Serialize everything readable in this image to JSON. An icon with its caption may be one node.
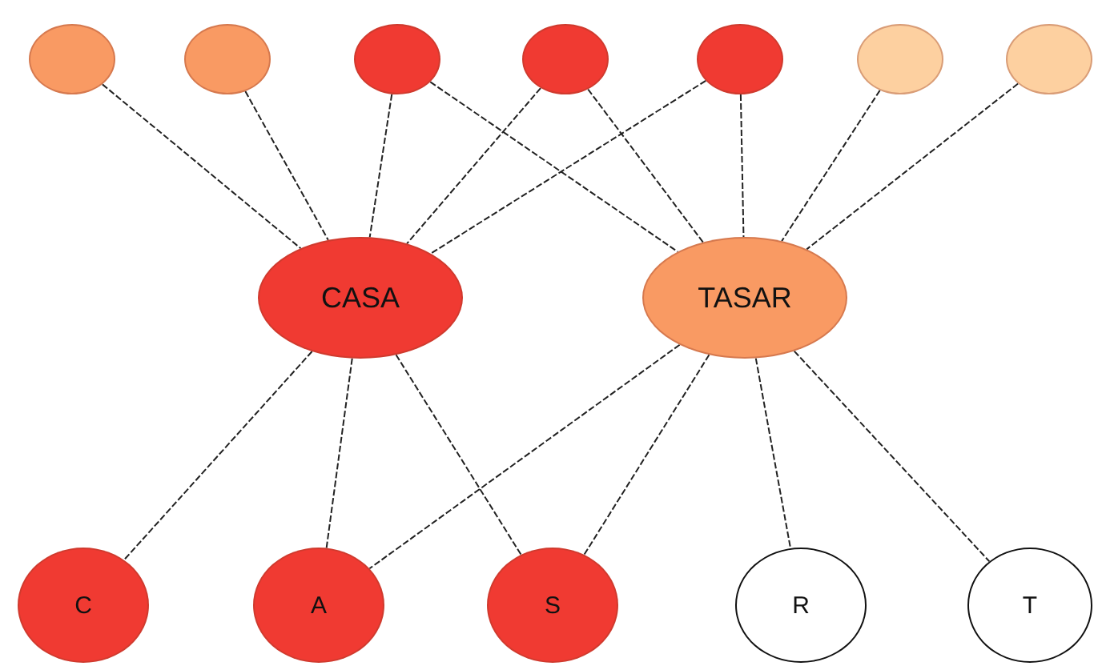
{
  "diagram": {
    "nodes": [
      {
        "text": [],
        "shape": "circle"
      },
      {
        "text": [],
        "shape": "circle"
      },
      {
        "text": [],
        "shape": "circle"
      },
      {
        "text": [],
        "shape": "circle"
      },
      {
        "text": [],
        "shape": "circle"
      },
      {
        "text": [],
        "shape": "circle"
      },
      {
        "text": [],
        "shape": "circle"
      },
      {
        "text": [
          "CASA"
        ]
      },
      {
        "text": [
          "TASAR"
        ]
      },
      {
        "text": [
          "C"
        ]
      },
      {
        "text": [
          "A"
        ]
      },
      {
        "text": [
          "S"
        ]
      },
      {
        "text": [
          "R"
        ]
      },
      {
        "text": [
          "T"
        ]
      }
    ],
    "edges": [
      {
        "from": 0,
        "to": 7,
        "arrow": "none"
      },
      {
        "from": 1,
        "to": 7,
        "arrow": "none"
      },
      {
        "from": 2,
        "to": 7,
        "arrow": "none"
      },
      {
        "from": 2,
        "to": 8,
        "arrow": "none"
      },
      {
        "from": 3,
        "to": 7,
        "arrow": "none"
      },
      {
        "from": 3,
        "to": 8,
        "arrow": "none"
      },
      {
        "from": 4,
        "to": 7,
        "arrow": "none"
      },
      {
        "from": 4,
        "to": 8,
        "arrow": "none"
      },
      {
        "from": 5,
        "to": 8,
        "arrow": "none"
      },
      {
        "from": 6,
        "to": 8,
        "arrow": "none"
      },
      {
        "from": 7,
        "to": 9,
        "arrow": "none"
      },
      {
        "from": 7,
        "to": 10,
        "arrow": "none"
      },
      {
        "from": 7,
        "to": 11,
        "arrow": "none"
      },
      {
        "from": 8,
        "to": 10,
        "arrow": "none"
      },
      {
        "from": 8,
        "to": 11,
        "arrow": "none"
      },
      {
        "from": 8,
        "to": 12,
        "arrow": "none"
      },
      {
        "from": 8,
        "to": 13,
        "arrow": "none"
      }
    ]
  }
}
